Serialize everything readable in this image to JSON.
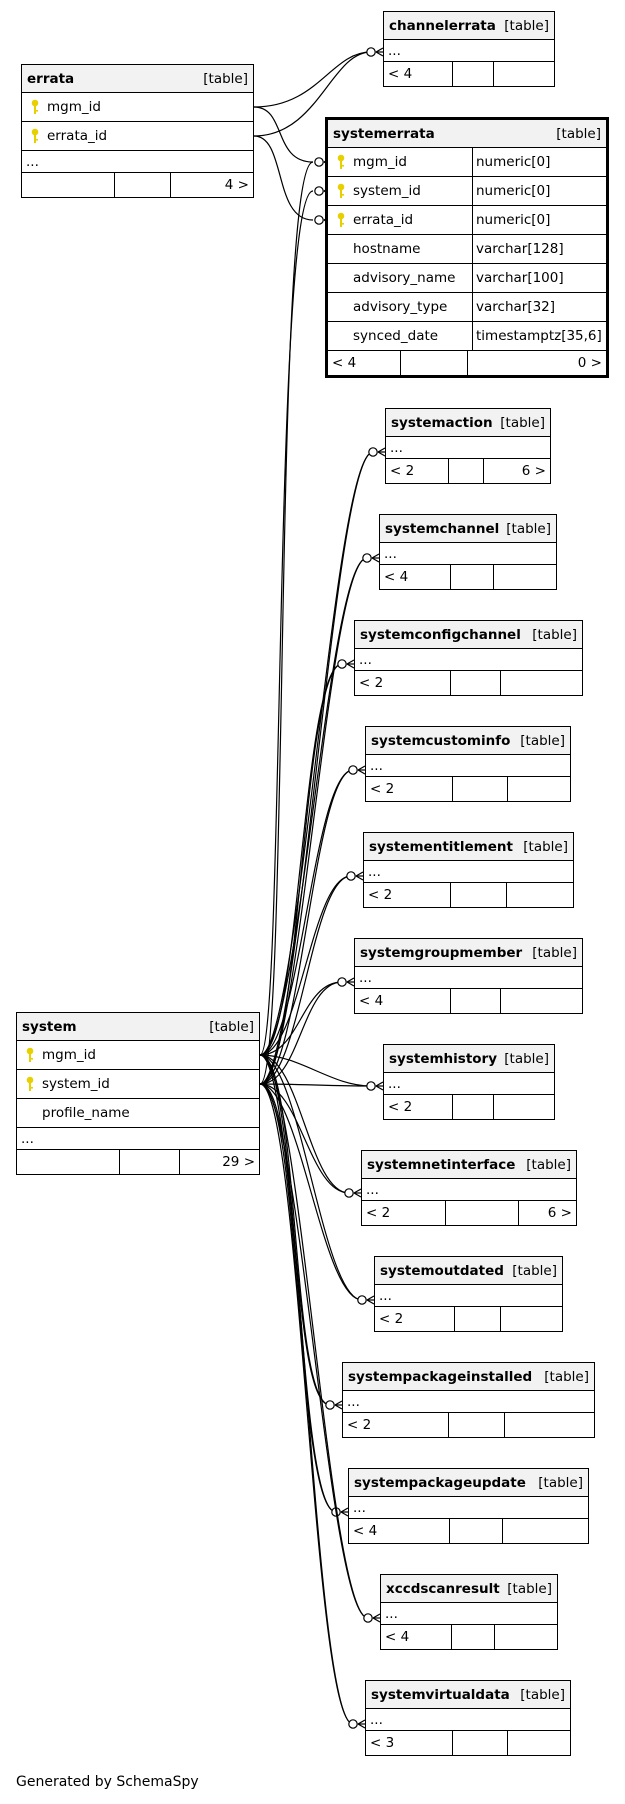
{
  "footer": "Generated by SchemaSpy",
  "colors": {
    "key": "#e8d000",
    "header_bg": "#f2f2f2",
    "line": "#000000"
  },
  "tables": {
    "channelerrata": {
      "name": "channelerrata",
      "kind": "[table]",
      "ellipsis": "...",
      "parents": "< 4",
      "children": ""
    },
    "errata": {
      "name": "errata",
      "kind": "[table]",
      "columns": [
        "mgm_id",
        "errata_id"
      ],
      "ellipsis": "...",
      "parents": "",
      "children": "4 >"
    },
    "systemerrata": {
      "name": "systemerrata",
      "kind": "[table]",
      "columns": [
        {
          "name": "mgm_id",
          "type": "numeric[0]",
          "key": true
        },
        {
          "name": "system_id",
          "type": "numeric[0]",
          "key": true
        },
        {
          "name": "errata_id",
          "type": "numeric[0]",
          "key": true
        },
        {
          "name": "hostname",
          "type": "varchar[128]",
          "key": false
        },
        {
          "name": "advisory_name",
          "type": "varchar[100]",
          "key": false
        },
        {
          "name": "advisory_type",
          "type": "varchar[32]",
          "key": false
        },
        {
          "name": "synced_date",
          "type": "timestamptz[35,6]",
          "key": false
        }
      ],
      "parents": "< 4",
      "children": "0 >"
    },
    "system": {
      "name": "system",
      "kind": "[table]",
      "columns": [
        "mgm_id",
        "system_id",
        "profile_name"
      ],
      "ellipsis": "...",
      "parents": "",
      "children": "29 >"
    },
    "systemaction": {
      "name": "systemaction",
      "kind": "[table]",
      "ellipsis": "...",
      "parents": "< 2",
      "children": "6 >"
    },
    "systemchannel": {
      "name": "systemchannel",
      "kind": "[table]",
      "ellipsis": "...",
      "parents": "< 4",
      "children": ""
    },
    "systemconfigchannel": {
      "name": "systemconfigchannel",
      "kind": "[table]",
      "ellipsis": "...",
      "parents": "< 2",
      "children": ""
    },
    "systemcustominfo": {
      "name": "systemcustominfo",
      "kind": "[table]",
      "ellipsis": "...",
      "parents": "< 2",
      "children": ""
    },
    "systementitlement": {
      "name": "systementitlement",
      "kind": "[table]",
      "ellipsis": "...",
      "parents": "< 2",
      "children": ""
    },
    "systemgroupmember": {
      "name": "systemgroupmember",
      "kind": "[table]",
      "ellipsis": "...",
      "parents": "< 4",
      "children": ""
    },
    "systemhistory": {
      "name": "systemhistory",
      "kind": "[table]",
      "ellipsis": "...",
      "parents": "< 2",
      "children": ""
    },
    "systemnetinterface": {
      "name": "systemnetinterface",
      "kind": "[table]",
      "ellipsis": "...",
      "parents": "< 2",
      "children": "6 >"
    },
    "systemoutdated": {
      "name": "systemoutdated",
      "kind": "[table]",
      "ellipsis": "...",
      "parents": "< 2",
      "children": ""
    },
    "systempackageinstalled": {
      "name": "systempackageinstalled",
      "kind": "[table]",
      "ellipsis": "...",
      "parents": "< 2",
      "children": ""
    },
    "systempackageupdate": {
      "name": "systempackageupdate",
      "kind": "[table]",
      "ellipsis": "...",
      "parents": "< 4",
      "children": ""
    },
    "xccdscanresult": {
      "name": "xccdscanresult",
      "kind": "[table]",
      "ellipsis": "...",
      "parents": "< 4",
      "children": ""
    },
    "systemvirtualdata": {
      "name": "systemvirtualdata",
      "kind": "[table]",
      "ellipsis": "...",
      "parents": "< 3",
      "children": ""
    }
  }
}
